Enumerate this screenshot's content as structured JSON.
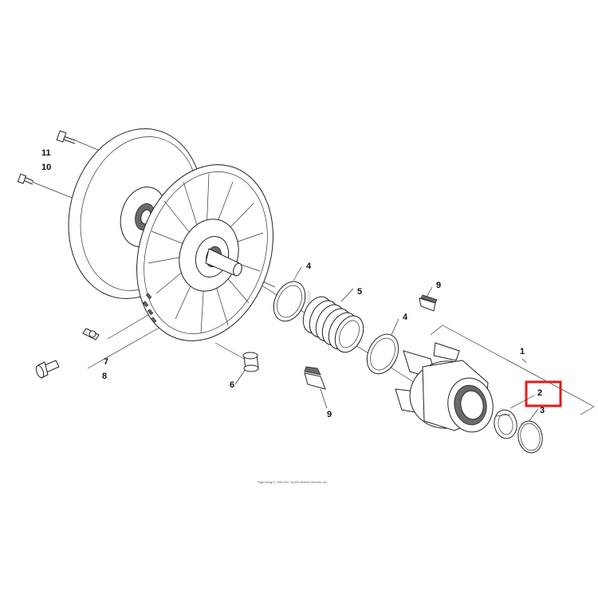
{
  "callouts": {
    "c1": "1",
    "c2": "2",
    "c3": "3",
    "c4a": "4",
    "c4b": "4",
    "c5": "5",
    "c6": "6",
    "c7": "7",
    "c8": "8",
    "c9a": "9",
    "c9b": "9",
    "c10": "10",
    "c11": "11"
  },
  "footer": "Page design © 2004-2017 by ARI Network Services, Inc.",
  "highlight_color": "#e41b17"
}
